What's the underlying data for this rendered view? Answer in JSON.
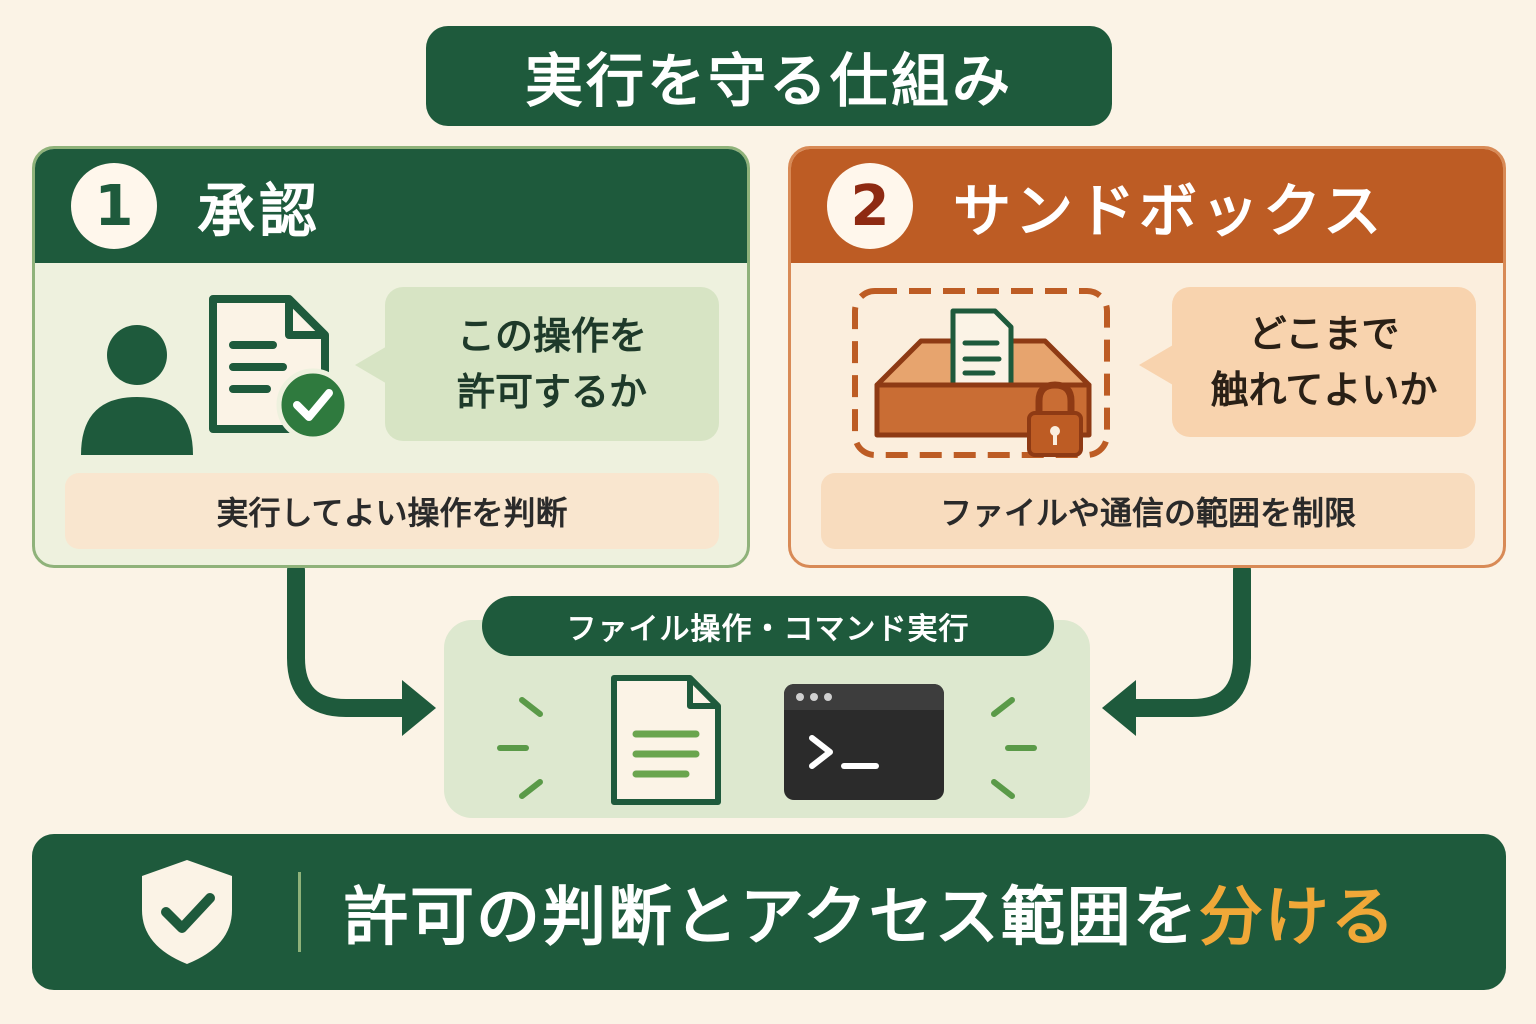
{
  "title": "実行を守る仕組み",
  "approval": {
    "number": "1",
    "title": "承認",
    "question_line1": "この操作を",
    "question_line2": "許可するか",
    "description": "実行してよい操作を判断",
    "icons": [
      "person-icon",
      "document-check-icon"
    ]
  },
  "sandbox": {
    "number": "2",
    "title": "サンドボックス",
    "question_line1": "どこまで",
    "question_line2": "触れてよいか",
    "description": "ファイルや通信の範囲を制限",
    "icons": [
      "sandbox-box-icon",
      "document-icon",
      "padlock-icon"
    ]
  },
  "execution": {
    "label": "ファイル操作・コマンド実行",
    "icons": [
      "file-icon",
      "terminal-icon"
    ]
  },
  "conclusion": {
    "text_main": "許可の判断とアクセス範囲を",
    "text_accent": "分ける",
    "icon": "shield-check-icon"
  },
  "colors": {
    "dark_green": "#1e5a3c",
    "orange": "#bd5c24",
    "accent_yellow": "#f0a838",
    "background": "#fbf3e6"
  }
}
